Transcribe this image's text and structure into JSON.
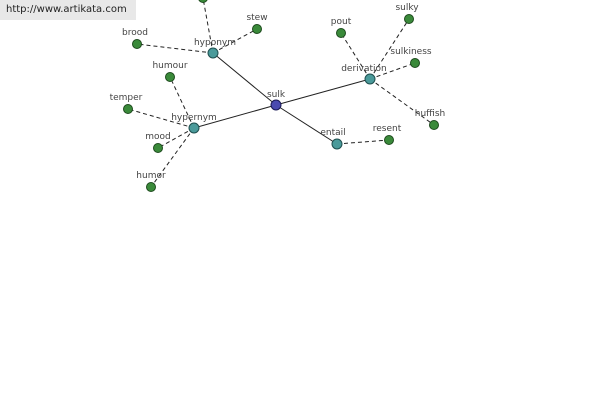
{
  "header": {
    "url": "http://www.artikata.com"
  },
  "graph": {
    "center": {
      "id": "sulk",
      "label": "sulk"
    },
    "relations": [
      {
        "id": "hyponym",
        "label": "hyponym"
      },
      {
        "id": "derivation",
        "label": "derivation"
      },
      {
        "id": "hypernym",
        "label": "hypernym"
      },
      {
        "id": "entail",
        "label": "entail"
      }
    ],
    "leaves": [
      {
        "id": "top-clipped",
        "label": "",
        "parent": "hyponym"
      },
      {
        "id": "stew",
        "label": "stew",
        "parent": "hyponym"
      },
      {
        "id": "brood",
        "label": "brood",
        "parent": "hyponym"
      },
      {
        "id": "pout",
        "label": "pout",
        "parent": "derivation"
      },
      {
        "id": "sulky",
        "label": "sulky",
        "parent": "derivation"
      },
      {
        "id": "sulkiness",
        "label": "sulkiness",
        "parent": "derivation"
      },
      {
        "id": "huffish",
        "label": "huffish",
        "parent": "derivation"
      },
      {
        "id": "humour",
        "label": "humour",
        "parent": "hypernym"
      },
      {
        "id": "temper",
        "label": "temper",
        "parent": "hypernym"
      },
      {
        "id": "mood",
        "label": "mood",
        "parent": "hypernym"
      },
      {
        "id": "humor",
        "label": "humor",
        "parent": "hypernym"
      },
      {
        "id": "resent",
        "label": "resent",
        "parent": "entail"
      }
    ],
    "colors": {
      "center": "#4a4ab0",
      "relation": "#4a9a9a",
      "leaf": "#3a8a3a"
    }
  }
}
